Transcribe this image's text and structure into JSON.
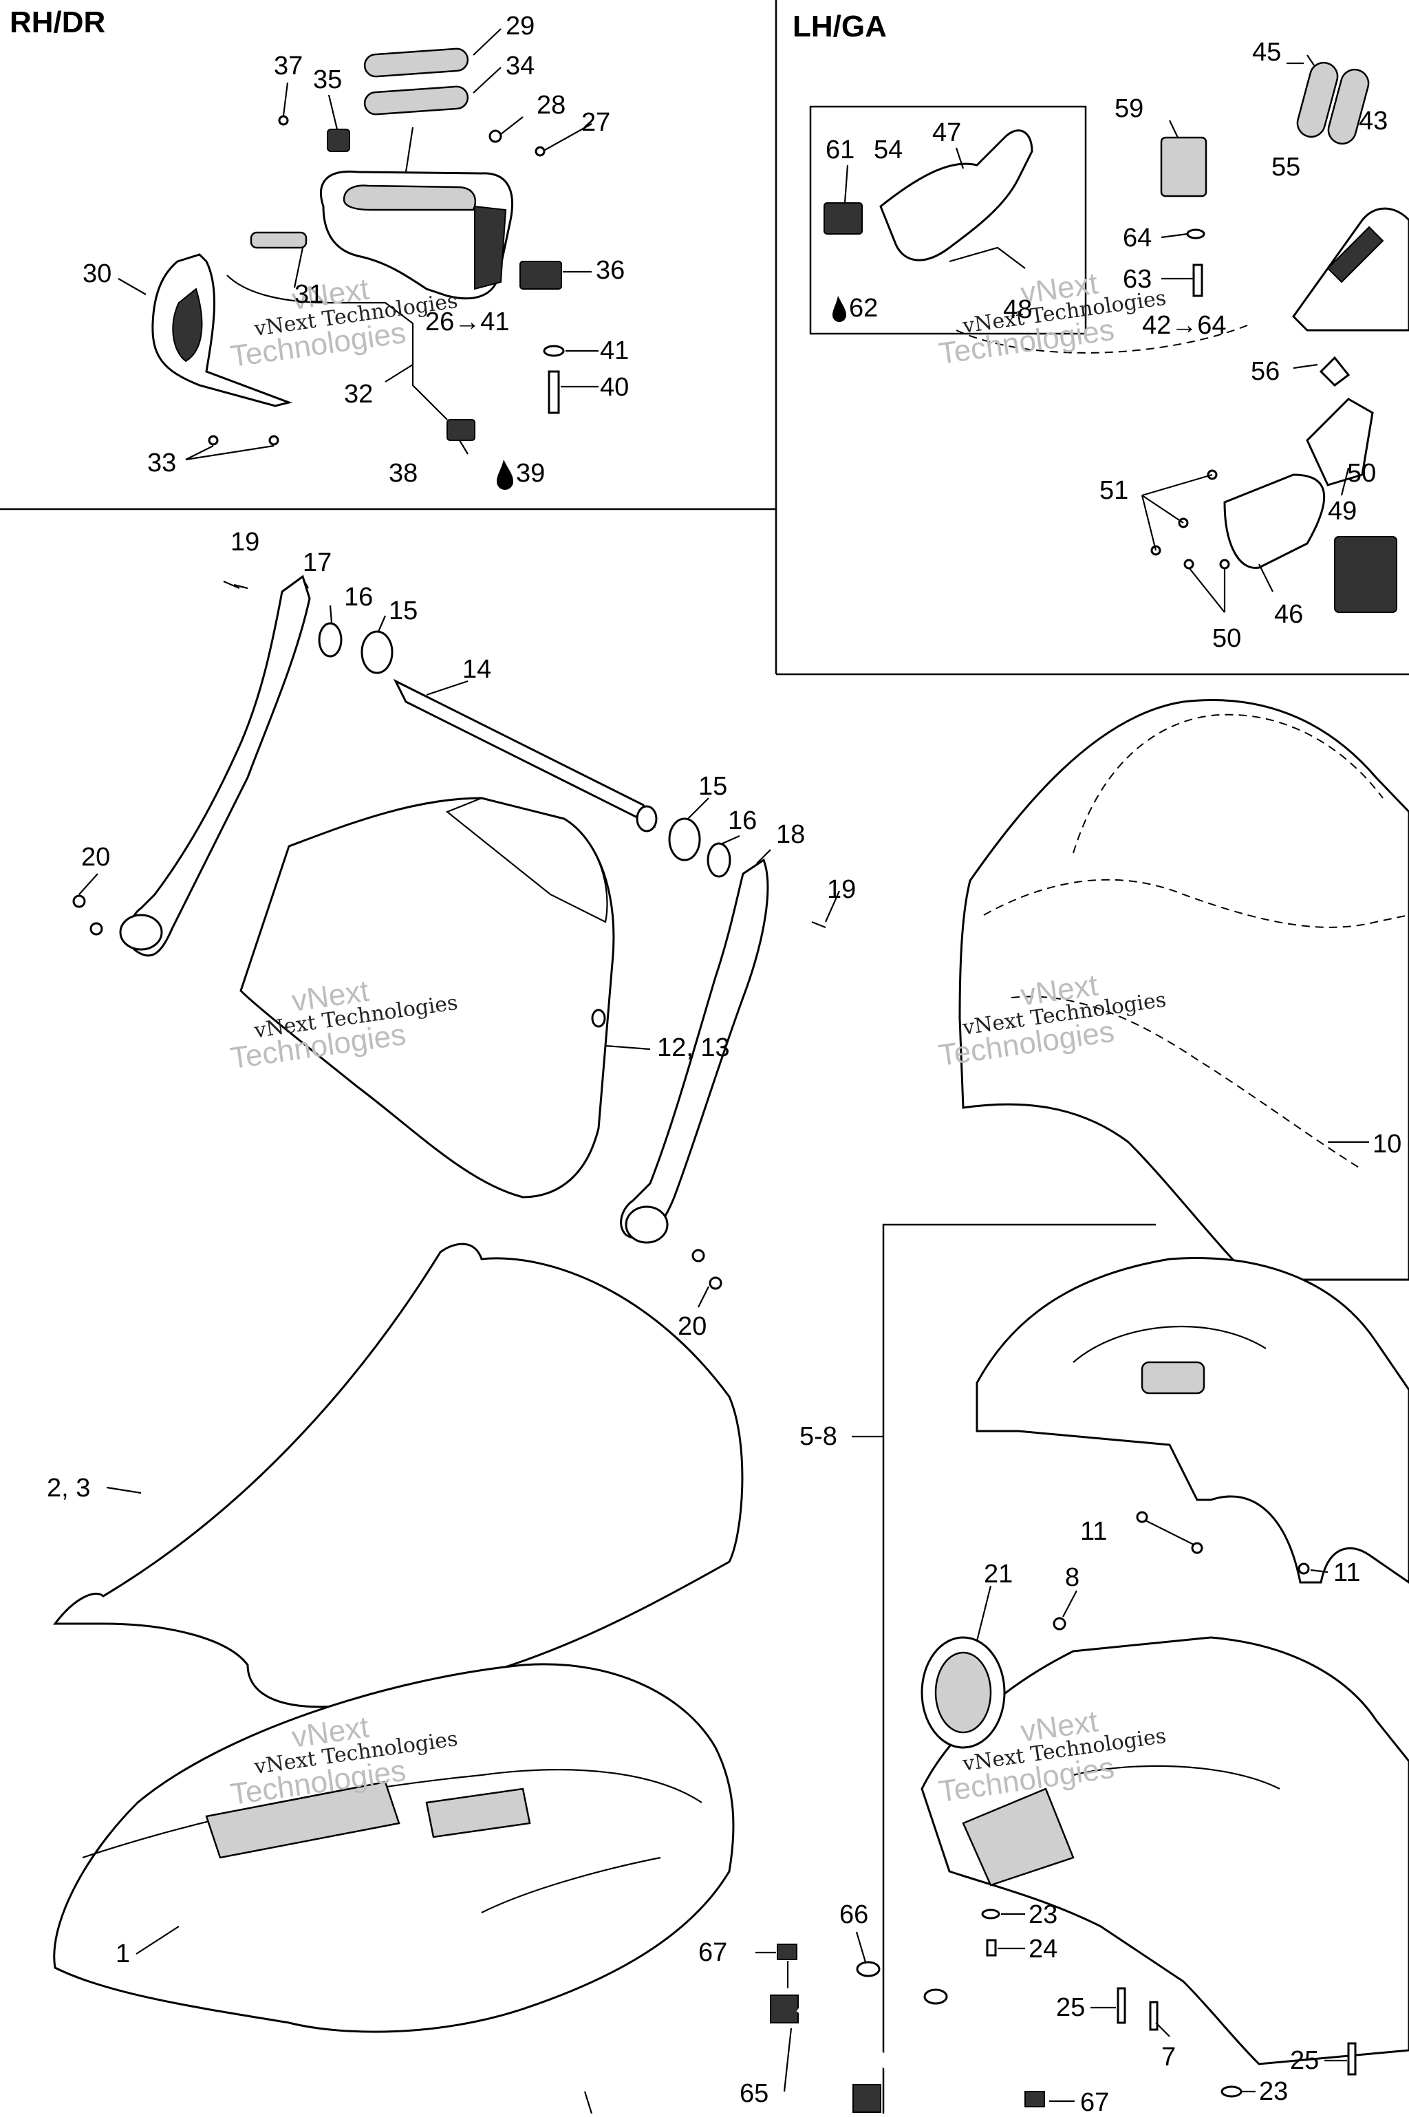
{
  "sections": {
    "rh": "RH/DR",
    "lh": "LH/GA"
  },
  "watermark": {
    "line1": "vNext Technologies",
    "line2": "vNext",
    "line3": "Technologies"
  },
  "callouts": {
    "c1": "1",
    "c2_3": "2, 3",
    "c5_8": "5-8",
    "c7": "7",
    "c8": "8",
    "c10": "10",
    "c11a": "11",
    "c11b": "11",
    "c12_13": "12, 13",
    "c14": "14",
    "c15a": "15",
    "c15b": "15",
    "c16a": "16",
    "c16b": "16",
    "c17": "17",
    "c18": "18",
    "c19a": "19",
    "c19b": "19",
    "c20a": "20",
    "c20b": "20",
    "c21": "21",
    "c23a": "23",
    "c23b": "23",
    "c24": "24",
    "c25a": "25",
    "c25b": "25",
    "c26_41": "26→41",
    "c27": "27",
    "c28": "28",
    "c29": "29",
    "c30": "30",
    "c31": "31",
    "c32": "32",
    "c33": "33",
    "c34": "34",
    "c35": "35",
    "c36": "36",
    "c37": "37",
    "c38": "38",
    "c39": "39",
    "c40": "40",
    "c41": "41",
    "c42_64": "42→64",
    "c43": "43",
    "c45": "45",
    "c46": "46",
    "c47": "47",
    "c48": "48",
    "c49": "49",
    "c50a": "50",
    "c50b": "50",
    "c51": "51",
    "c54": "54",
    "c55": "55",
    "c56": "56",
    "c59": "59",
    "c61": "61",
    "c62": "62",
    "c63": "63",
    "c64": "64",
    "c65": "65",
    "c66": "66",
    "c67a": "67",
    "c67b": "67"
  }
}
